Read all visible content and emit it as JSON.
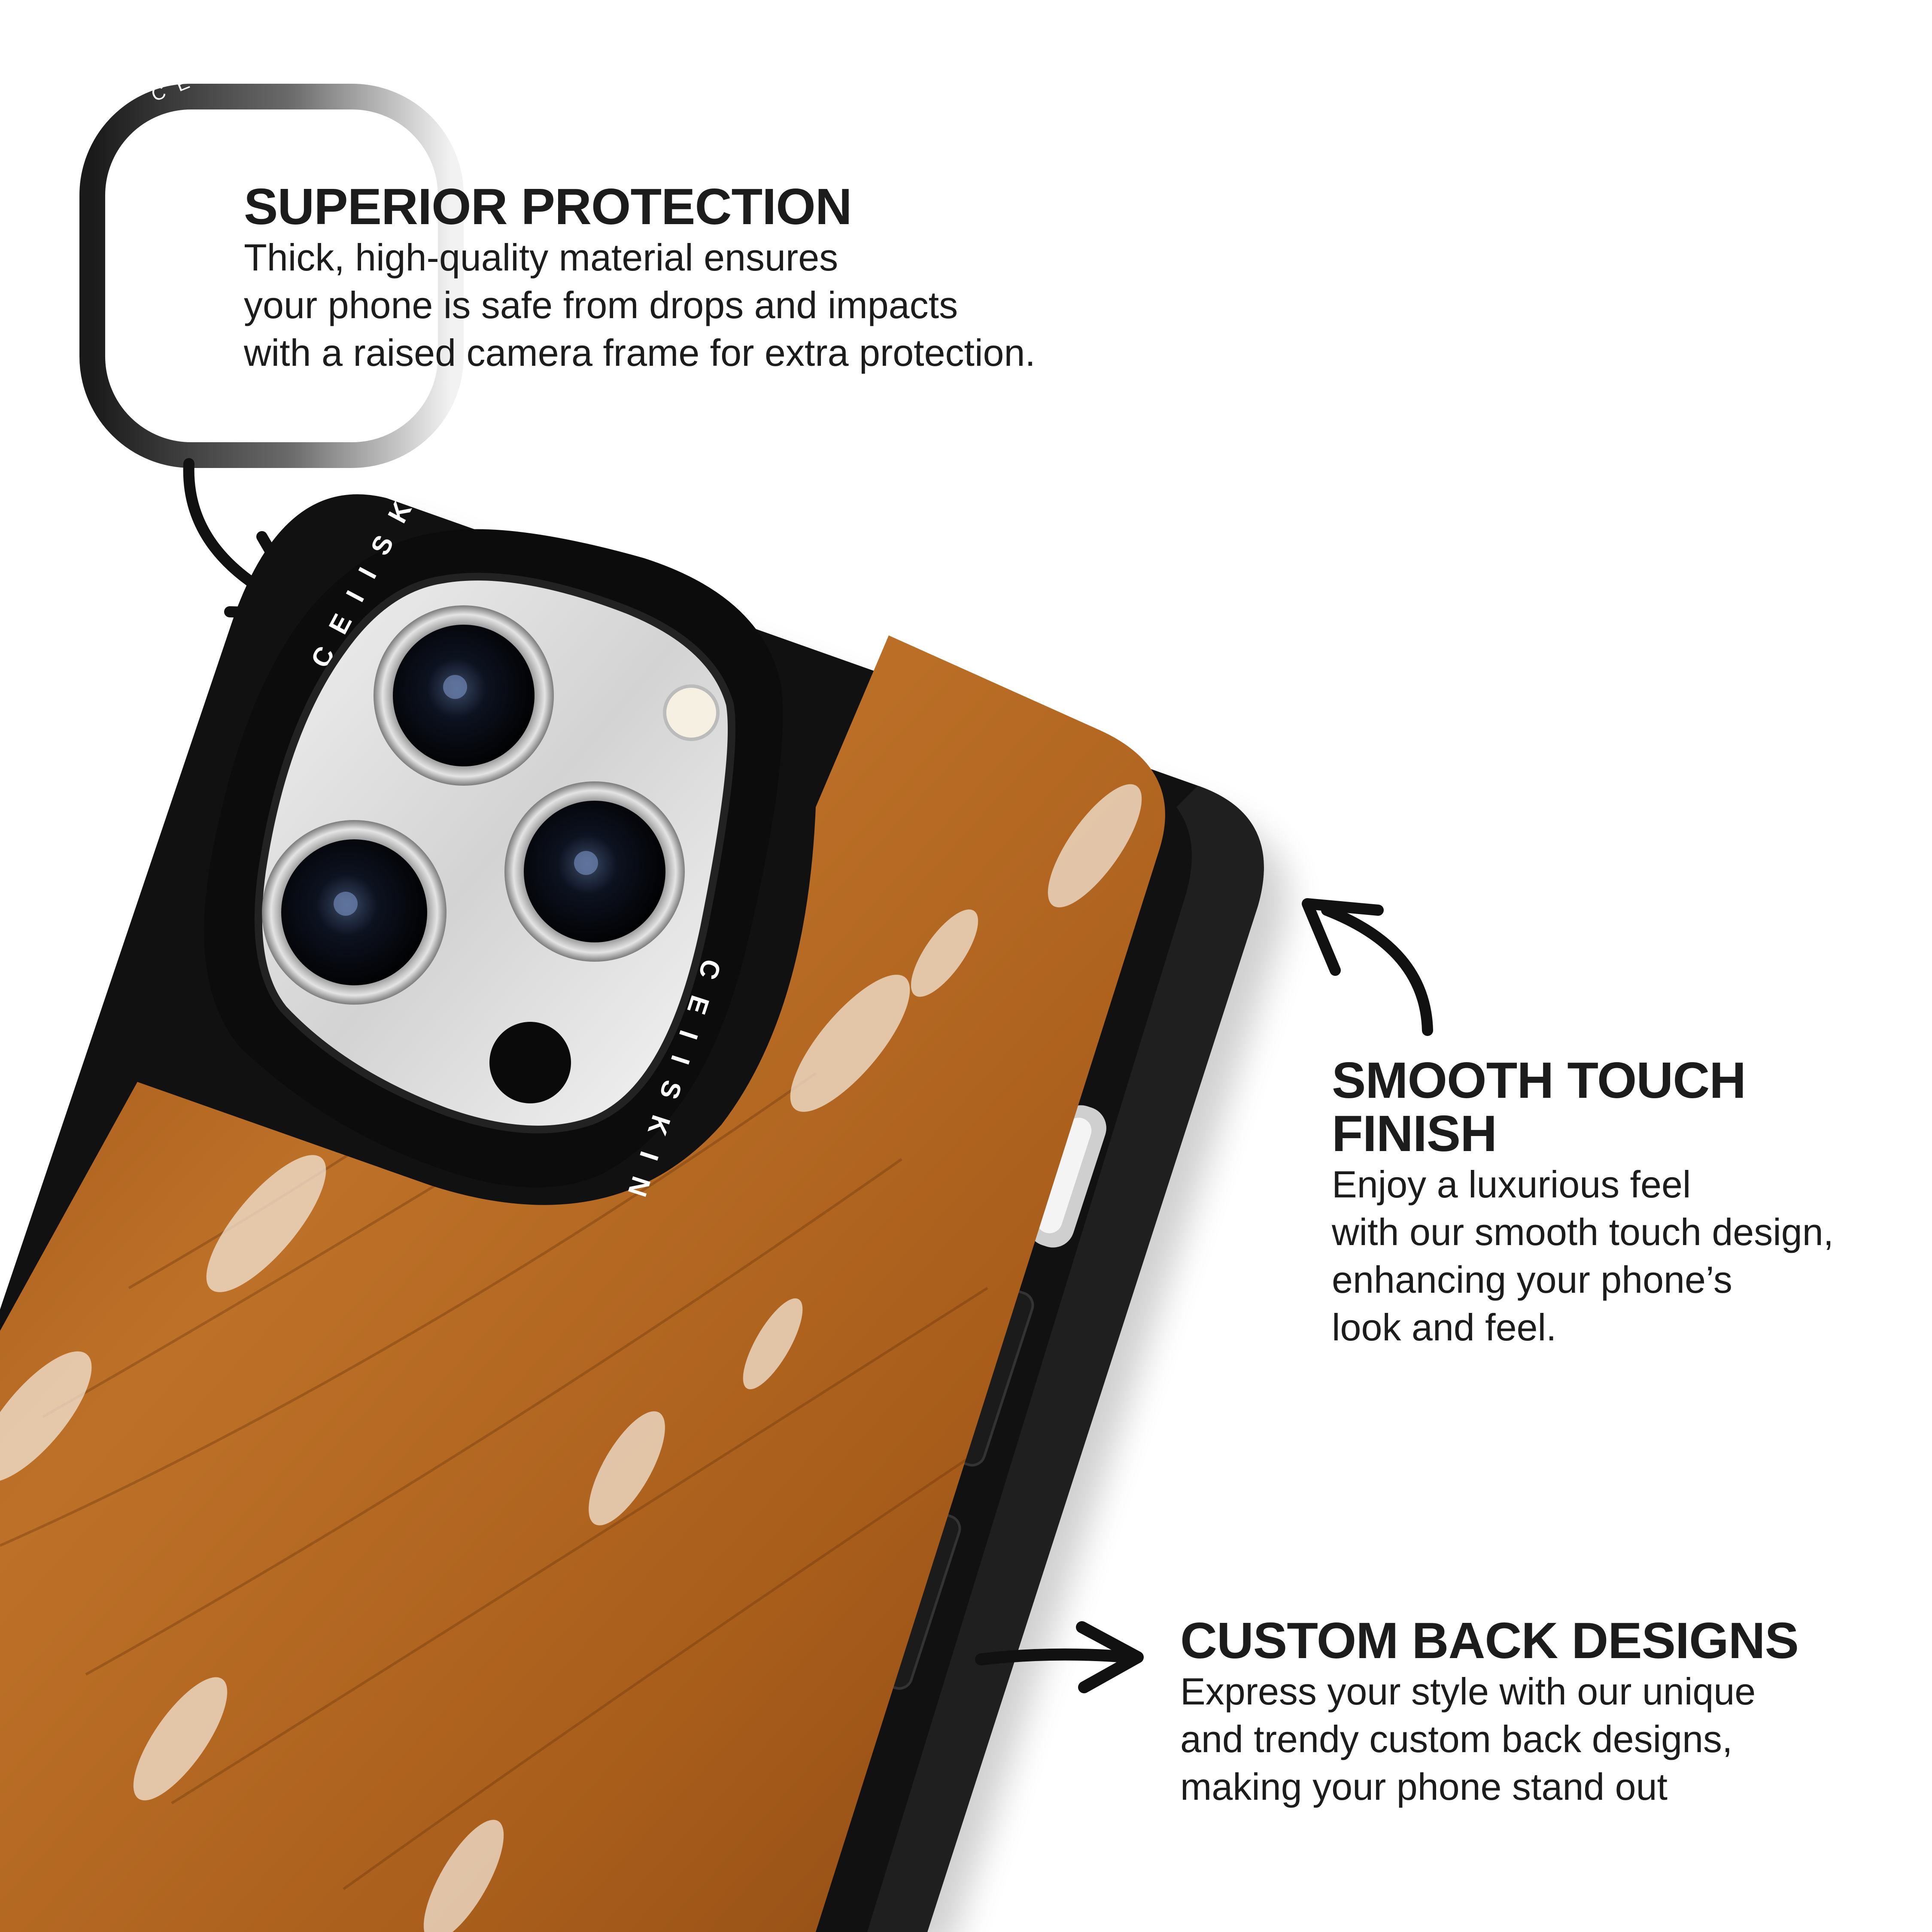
{
  "brand": {
    "name": "CEIISKIN",
    "colors": {
      "case": "#111111",
      "fur": "#b0651f",
      "fur_dark": "#7a3d10",
      "frame_light": "#e8e8e8"
    }
  },
  "features": [
    {
      "title": "SUPERIOR PROTECTION",
      "description": "Thick, high-quality material ensures\nyour phone is safe from drops and impacts\nwith a raised camera frame for extra protection."
    },
    {
      "title": "SMOOTH TOUCH\nFINISH",
      "description": "Enjoy a luxurious feel\nwith our smooth touch design,\nenhancing your phone’s\nlook and feel."
    },
    {
      "title": "CUSTOM BACK DESIGNS",
      "description": "Express your style with our unique\nand trendy custom back designs,\nmaking your phone stand out"
    }
  ],
  "icons": {
    "arrow_protect": "curved-arrow-icon",
    "arrow_smooth": "curved-arrow-icon",
    "arrow_custom": "straight-arrow-icon"
  }
}
